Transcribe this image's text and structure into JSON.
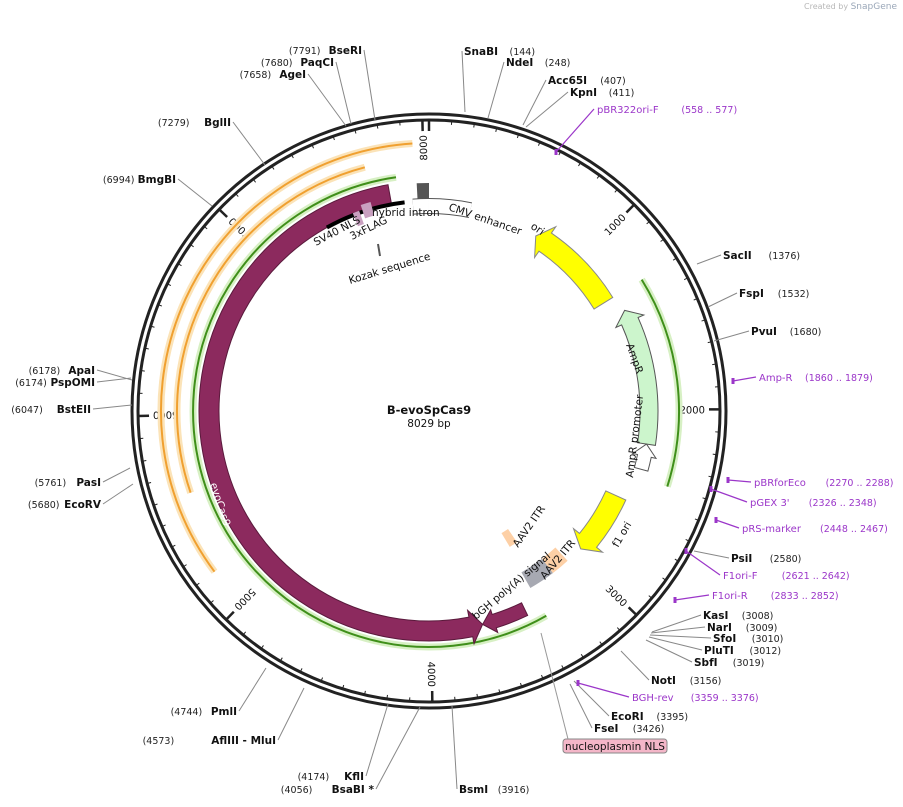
{
  "credit": {
    "created_by": "Created by",
    "brand": "SnapGene"
  },
  "plasmid": {
    "name": "B-evoSpCas9",
    "size": "8029 bp",
    "length": 8029
  },
  "colors": {
    "backbone": "#222222",
    "evoCas9": "#8c2a5e",
    "ori": "#ffff00",
    "ampr": "#ccf5cc",
    "orange_track": "#f0a030",
    "green_track": "#3f8f1a",
    "primer": "#9b36c9",
    "bgh": "#a7a9b2",
    "itr": "#fdd0a6",
    "nls_box": "#f4b6c8"
  },
  "ticks": [
    "1000",
    "2000",
    "3000",
    "4000",
    "5000",
    "6000",
    "7000",
    "8000"
  ],
  "enzymes": [
    {
      "name": "SnaBI",
      "pos": "(144)"
    },
    {
      "name": "NdeI",
      "pos": "(248)"
    },
    {
      "name": "Acc65I",
      "pos": "(407)"
    },
    {
      "name": "KpnI",
      "pos": "(411)"
    },
    {
      "name": "SacII",
      "pos": "(1376)"
    },
    {
      "name": "FspI",
      "pos": "(1532)"
    },
    {
      "name": "PvuI",
      "pos": "(1680)"
    },
    {
      "name": "PsiI",
      "pos": "(2580)"
    },
    {
      "name": "KasI",
      "pos": "(3008)"
    },
    {
      "name": "NarI",
      "pos": "(3009)"
    },
    {
      "name": "SfoI",
      "pos": "(3010)"
    },
    {
      "name": "PluTI",
      "pos": "(3012)"
    },
    {
      "name": "SbfI",
      "pos": "(3019)"
    },
    {
      "name": "NotI",
      "pos": "(3156)"
    },
    {
      "name": "EcoRI",
      "pos": "(3395)"
    },
    {
      "name": "FseI",
      "pos": "(3426)"
    },
    {
      "name": "BsmI",
      "pos": "(3916)"
    },
    {
      "name": "BsaBI  *",
      "pos": "(4056)"
    },
    {
      "name": "KflI",
      "pos": "(4174)"
    },
    {
      "name": "AflIII  - MluI",
      "pos": "(4573)"
    },
    {
      "name": "PmlI",
      "pos": "(4744)"
    },
    {
      "name": "EcoRV",
      "pos": "(5680)"
    },
    {
      "name": "PasI",
      "pos": "(5761)"
    },
    {
      "name": "BstEII",
      "pos": "(6047)"
    },
    {
      "name": "PspOMI",
      "pos": "(6174)"
    },
    {
      "name": "ApaI",
      "pos": "(6178)"
    },
    {
      "name": "BmgBI",
      "pos": "(6994)"
    },
    {
      "name": "BglII",
      "pos": "(7279)"
    },
    {
      "name": "AgeI",
      "pos": "(7658)"
    },
    {
      "name": "PaqCI",
      "pos": "(7680)"
    },
    {
      "name": "BseRI",
      "pos": "(7791)"
    }
  ],
  "primers": [
    {
      "name": "pBR322ori-F",
      "range": "(558 .. 577)"
    },
    {
      "name": "Amp-R",
      "range": "(1860 .. 1879)"
    },
    {
      "name": "pBRforEco",
      "range": "(2270 .. 2288)"
    },
    {
      "name": "pGEX 3'",
      "range": "(2326 .. 2348)"
    },
    {
      "name": "pRS-marker",
      "range": "(2448 .. 2467)"
    },
    {
      "name": "F1ori-F",
      "range": "(2621 .. 2642)"
    },
    {
      "name": "F1ori-R",
      "range": "(2833 .. 2852)"
    },
    {
      "name": "BGH-rev",
      "range": "(3359 .. 3376)"
    }
  ],
  "features": {
    "cmv": "CMV enhancer",
    "ori": "ori",
    "ampr": "AmpR",
    "ampr_promoter": "AmpR promoter",
    "f1ori": "f1 ori",
    "aav2_itr_1": "AAV2 ITR",
    "aav2_itr_2": "AAV2 ITR",
    "bgh": "bGH poly(A) signal",
    "evocas9": "evoCas9",
    "sv40nls": "SV40 NLS",
    "flag": "3xFLAG",
    "intron": "hybrid intron",
    "kozak": "Kozak sequence",
    "nucleoplasmin": "nucleoplasmin NLS"
  }
}
